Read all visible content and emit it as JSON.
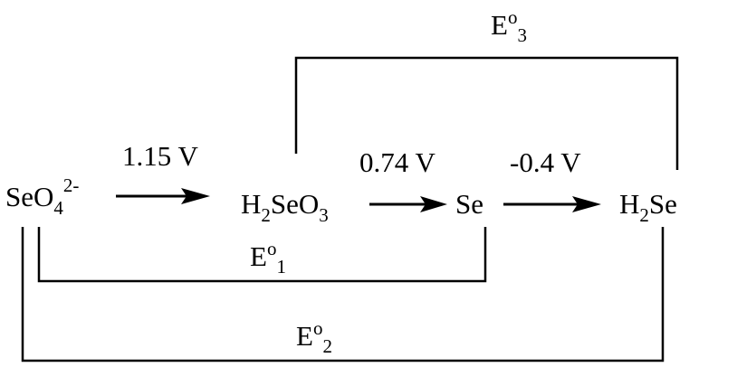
{
  "species": {
    "selenate": {
      "base": "SeO",
      "sub": "4",
      "sup": "2-"
    },
    "selenous_acid": {
      "pre": "H",
      "sub1": "2",
      "mid": "SeO",
      "sub2": "3"
    },
    "selenium": {
      "text": "Se"
    },
    "hydrogen_selenide": {
      "pre": "H",
      "sub": "2",
      "post": "Se"
    }
  },
  "potentials": {
    "p1": "1.15 V",
    "p2": "0.74 V",
    "p3": "-0.4 V"
  },
  "unknowns": {
    "e1": {
      "base": "E",
      "sup": "o",
      "sub": "1"
    },
    "e2": {
      "base": "E",
      "sup": "o",
      "sub": "2"
    },
    "e3": {
      "base": "E",
      "sup": "o",
      "sub": "3"
    }
  },
  "colors": {
    "ink": "#000000",
    "background": "#ffffff"
  }
}
